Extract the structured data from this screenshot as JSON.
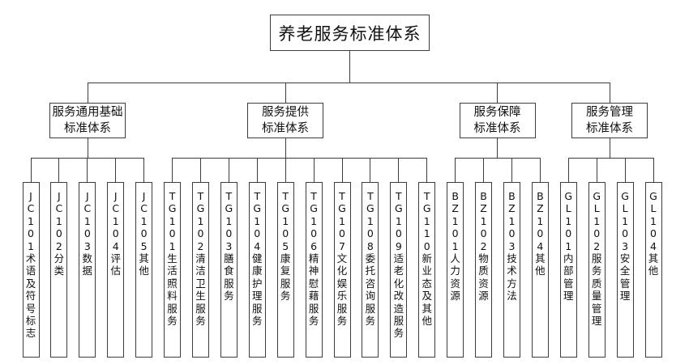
{
  "title": "养老服务标准体系",
  "branches": [
    {
      "label_lines": [
        "服务通用基础",
        "标准体系"
      ],
      "leaves": [
        {
          "code": "JC101",
          "name": "术语及符号标志"
        },
        {
          "code": "JC102",
          "name": "分类"
        },
        {
          "code": "JC103",
          "name": "数据"
        },
        {
          "code": "JC104",
          "name": "评估"
        },
        {
          "code": "JC105",
          "name": "其他"
        }
      ]
    },
    {
      "label_lines": [
        "服务提供",
        "标准体系"
      ],
      "leaves": [
        {
          "code": "TG101",
          "name": "生活照料服务"
        },
        {
          "code": "TG102",
          "name": "清洁卫生服务"
        },
        {
          "code": "TG103",
          "name": "膳食服务"
        },
        {
          "code": "TG104",
          "name": "健康护理服务"
        },
        {
          "code": "TG105",
          "name": "康复服务"
        },
        {
          "code": "TG106",
          "name": "精神慰藉服务"
        },
        {
          "code": "TG107",
          "name": "文化娱乐服务"
        },
        {
          "code": "TG108",
          "name": "委托咨询服务"
        },
        {
          "code": "TG109",
          "name": "适老化改造服务"
        },
        {
          "code": "TG110",
          "name": "新业态及其他"
        }
      ]
    },
    {
      "label_lines": [
        "服务保障",
        "标准体系"
      ],
      "leaves": [
        {
          "code": "BZ101",
          "name": "人力资源"
        },
        {
          "code": "BZ102",
          "name": "物质资源"
        },
        {
          "code": "BZ103",
          "name": "技术方法"
        },
        {
          "code": "BZ104",
          "name": "其他"
        }
      ]
    },
    {
      "label_lines": [
        "服务管理",
        "标准体系"
      ],
      "leaves": [
        {
          "code": "GL101",
          "name": "内部管理"
        },
        {
          "code": "GL102",
          "name": "服务质量管理"
        },
        {
          "code": "GL103",
          "name": "安全管理"
        },
        {
          "code": "GL104",
          "name": "其他"
        }
      ]
    }
  ],
  "colors": {
    "line": "#3c3c3c",
    "box_border": "#3c3c3c",
    "box_fill": "#ffffff",
    "text": "#111111",
    "background": "#ffffff"
  }
}
